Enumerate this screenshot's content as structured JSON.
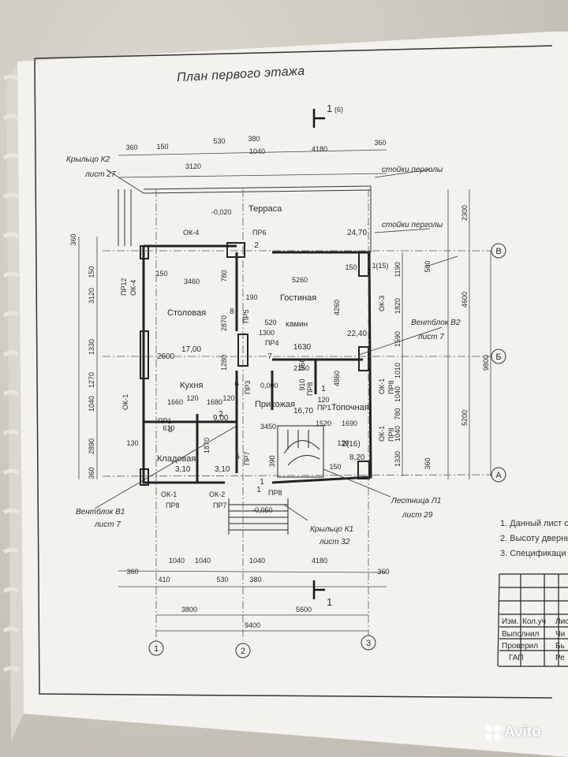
{
  "title": "План первого этажа",
  "section_mark_top": {
    "num": "1",
    "ref": "(6)"
  },
  "section_mark_bottom": {
    "num": "1"
  },
  "dims_top_1": [
    "360",
    "150",
    "3120",
    "530",
    "380",
    "1040",
    "4180",
    "360"
  ],
  "dims_bottom_1": [
    "360",
    "1040",
    "1040",
    "1040",
    "4180",
    "360"
  ],
  "dims_bottom_2": [
    "410",
    "530",
    "380"
  ],
  "dims_bottom_total": [
    "3800",
    "5600",
    "9400"
  ],
  "dims_left": [
    "360",
    "150",
    "3120",
    "1330",
    "1270",
    "1040",
    "2890",
    "360"
  ],
  "dims_right": [
    "2300",
    "4600",
    "9800",
    "5200",
    "1190",
    "1820",
    "1590",
    "1010",
    "1040",
    "780",
    "1040",
    "1330",
    "500",
    "360"
  ],
  "axes_x": [
    "1",
    "2",
    "3"
  ],
  "axes_y": [
    "В",
    "Б",
    "А"
  ],
  "rooms": {
    "terrace": "Терраса",
    "terrace_level": "-0,020",
    "living": "Гостиная",
    "living_area": "24,70",
    "dining": "Столовая",
    "dining_area": "17,00",
    "kitchen": "Кухня",
    "kitchen_area": "9,00",
    "hall": "Прихожая",
    "hall_area": "16,70",
    "boiler": "Топочная",
    "boiler_area": "8,20",
    "pantry": "Кладовая",
    "pantry_area": "3,10",
    "wc_area": "3,10",
    "fireplace": "камин",
    "fireplace_area": "22,40",
    "level_zero": "0,000",
    "porch_level": "-0,050"
  },
  "callouts": {
    "porch_k2": "Крыльцо К2",
    "porch_k2_sheet": "лист 27",
    "pergola_1": "стойки перголы",
    "pergola_2": "стойки перголы",
    "vent_b2": "Вентблок В2",
    "vent_b2_sheet": "лист 7",
    "vent_b1": "Вентблок В1",
    "vent_b1_sheet": "лист 7",
    "stair": "Лестница Л1",
    "stair_sheet": "лист 29",
    "porch_k1": "Крыльцо К1",
    "porch_k1_sheet": "лист 32"
  },
  "openings": [
    "ОК-4",
    "ПР6",
    "ПР12",
    "ОК-4",
    "ПР5",
    "ПР4",
    "ПР3",
    "ПР1",
    "ПР8",
    "ОК-1",
    "ПР1",
    "ПР7",
    "ОК-1",
    "ПР8",
    "ОК-2",
    "ПР7",
    "ПР8",
    "ОК-3",
    "ОК-1",
    "ПР8",
    "ОК-1",
    "ПР8"
  ],
  "inner_dims": [
    "150",
    "3460",
    "780",
    "5260",
    "150",
    "190",
    "2870",
    "520",
    "1300",
    "1280",
    "1660",
    "120",
    "1680",
    "120",
    "610",
    "130",
    "3450",
    "1870",
    "910",
    "950",
    "2150",
    "4860",
    "120",
    "1690",
    "1520",
    "120",
    "390",
    "150",
    "4260",
    "2600",
    "1630"
  ],
  "marks": [
    "1(15)",
    "2(16)",
    "8",
    "7",
    "6",
    "5",
    "5",
    "1",
    "1",
    "2",
    "2",
    "1"
  ],
  "notes": [
    "1. Данный лист с",
    "2. Высоту двернь",
    "3. Спецификаци"
  ],
  "stamp": {
    "header": [
      "Изм.",
      "Кол.уч",
      "Лис"
    ],
    "rows": [
      [
        "Выполнил",
        "Чи"
      ],
      [
        "Проверил",
        "Бь"
      ],
      [
        "ГАП",
        "Ре"
      ]
    ]
  },
  "watermark": "Avito"
}
